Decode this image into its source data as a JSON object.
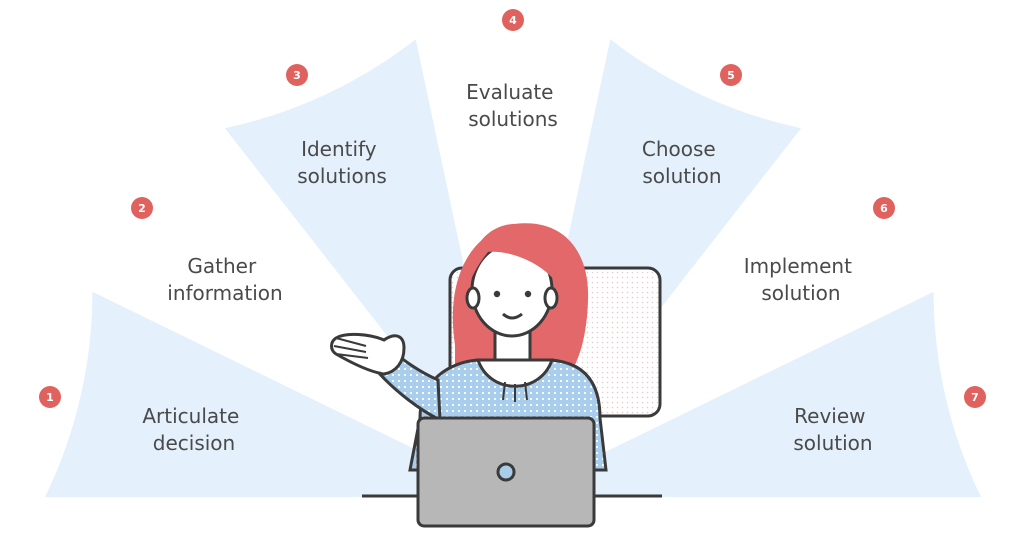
{
  "colors": {
    "wedge": "#e4f0fb",
    "badge": "#e0625f",
    "badge_text": "#ffffff",
    "label": "#4a4a4a",
    "hair": "#e2686a",
    "skin": "#ffffff",
    "outline": "#3a3a3a",
    "shirt": "#a9cdec",
    "shirt_dots": "#ffffff",
    "laptop": "#b7b7b7",
    "chair_dots": "#e9c9cd"
  },
  "steps": [
    {
      "number": "1",
      "line1": "Articulate",
      "line2": "decision"
    },
    {
      "number": "2",
      "line1": "Gather",
      "line2": "information"
    },
    {
      "number": "3",
      "line1": "Identify",
      "line2": "solutions"
    },
    {
      "number": "4",
      "line1": "Evaluate",
      "line2": "solutions"
    },
    {
      "number": "5",
      "line1": "Choose",
      "line2": "solution"
    },
    {
      "number": "6",
      "line1": "Implement",
      "line2": "solution"
    },
    {
      "number": "7",
      "line1": "Review",
      "line2": "solution"
    }
  ],
  "illustration": {
    "figure": "woman-at-laptop",
    "hand_icon": "open-palm-hand-icon",
    "device_icon": "laptop-icon"
  }
}
